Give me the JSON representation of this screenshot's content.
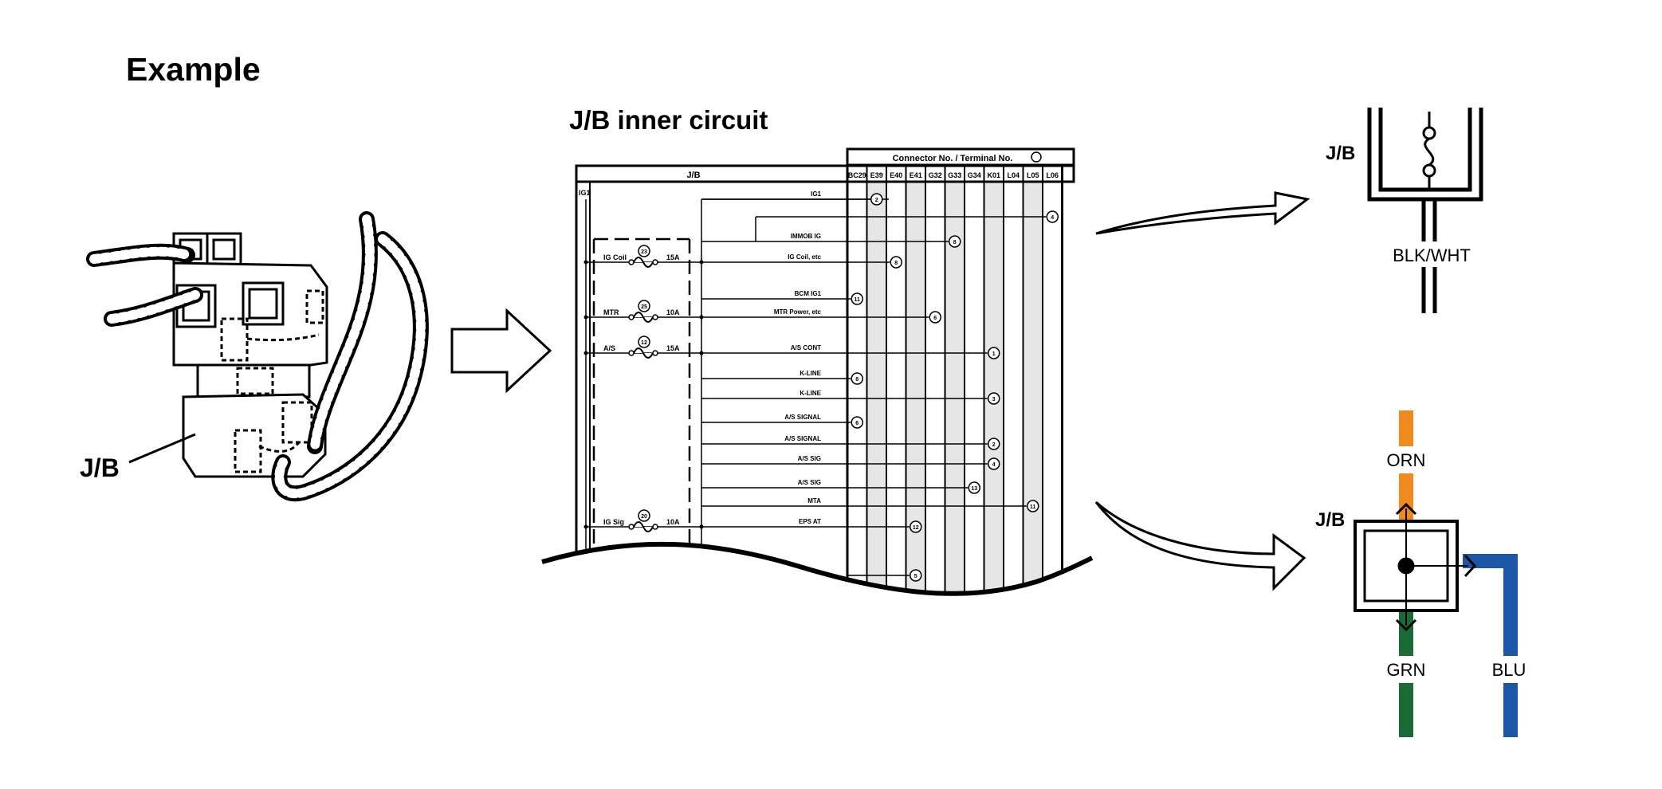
{
  "title": "Example",
  "subtitle": "J/B inner circuit",
  "harness_label": "J/B",
  "table": {
    "jb_header": "J/B",
    "connector_header": "Connector No. / Terminal No.",
    "columns": [
      "BC29",
      "E39",
      "E40",
      "E41",
      "G32",
      "G33",
      "G34",
      "K01",
      "L04",
      "L05",
      "L06"
    ],
    "left_label": "IG1"
  },
  "fuses": [
    {
      "name": "IG Coil",
      "amp": "15A",
      "num": "23"
    },
    {
      "name": "MTR",
      "amp": "10A",
      "num": "25"
    },
    {
      "name": "A/S",
      "amp": "15A",
      "num": "12"
    },
    {
      "name": "IG Sig",
      "amp": "10A",
      "num": "20"
    }
  ],
  "circuits": [
    "IG1",
    "IMMOB IG",
    "IG Coil, etc",
    "BCM IG1",
    "MTR Power, etc",
    "A/S CONT",
    "K-LINE",
    "K-LINE",
    "A/S SIGNAL",
    "A/S SIGNAL",
    "A/S SIG",
    "A/S SIG",
    "MTA",
    "EPS AT"
  ],
  "terminal_nums": [
    "2",
    "4",
    "8",
    "8",
    "11",
    "6",
    "1",
    "8",
    "3",
    "6",
    "2",
    "4",
    "13",
    "11",
    "12",
    "5"
  ],
  "right_top": {
    "jb_label": "J/B",
    "wire_label": "BLK/WHT"
  },
  "right_bottom": {
    "jb_label": "J/B",
    "wires": {
      "top": "ORN",
      "bottom": "GRN",
      "right": "BLU"
    },
    "colors": {
      "orange": "#f08a1e",
      "green": "#1a6b36",
      "blue": "#1c56a6"
    }
  }
}
